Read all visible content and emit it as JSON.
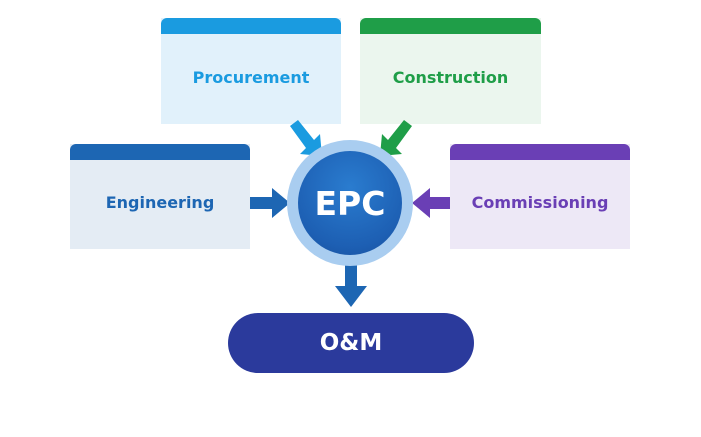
{
  "nodes": {
    "procurement": {
      "label": "Procurement",
      "color": "#1a9be0",
      "bg": "#e1f1fb"
    },
    "construction": {
      "label": "Construction",
      "color": "#1f9e48",
      "bg": "#ebf6ee"
    },
    "engineering": {
      "label": "Engineering",
      "color": "#1d66b3",
      "bg": "#e4ecf4"
    },
    "commissioning": {
      "label": "Commissioning",
      "color": "#6a3fb5",
      "bg": "#ede8f6"
    }
  },
  "hub": {
    "label": "EPC"
  },
  "output": {
    "label": "O&M"
  }
}
